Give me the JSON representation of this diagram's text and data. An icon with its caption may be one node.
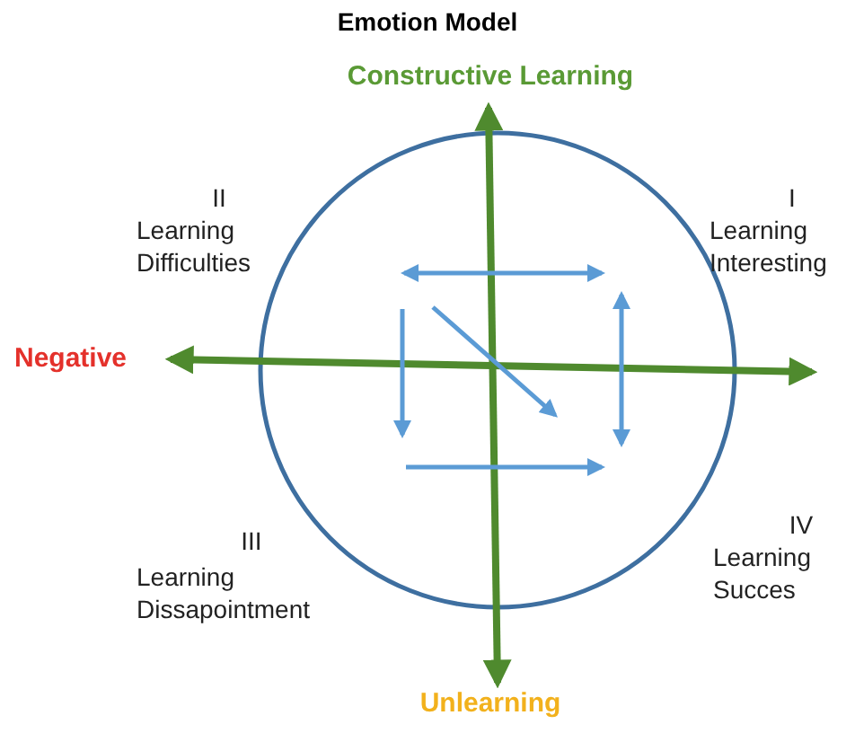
{
  "diagram": {
    "title": "Emotion Model",
    "labels": [
      "Constructive Learning",
      "II",
      "Learning Difficulties",
      "I",
      "Learning Interesting",
      "Negative",
      "III",
      "Learning Dissapointment",
      "IV",
      "Learning Succes",
      "Unlearning"
    ]
  }
}
